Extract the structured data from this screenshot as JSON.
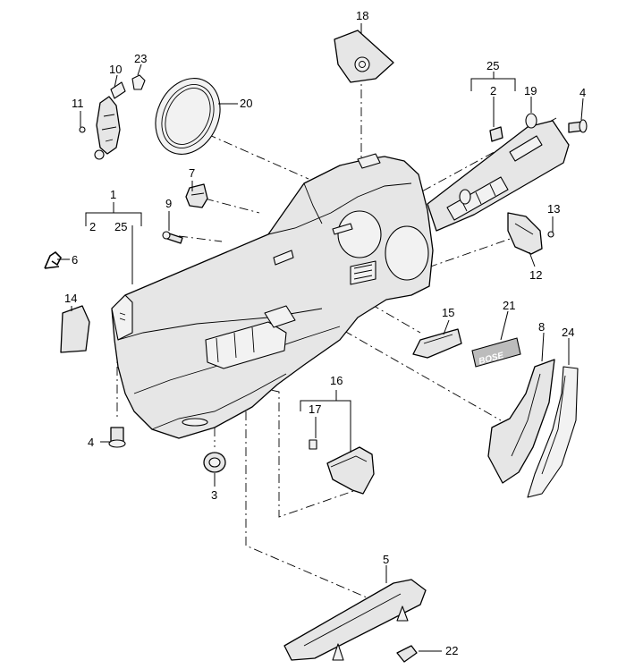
{
  "diagram": {
    "callouts": {
      "c1": "1",
      "c1_sub_a": "2",
      "c1_sub_b": "25",
      "c2": "2",
      "c3": "3",
      "c4_left": "4",
      "c4_right": "4",
      "c5": "5",
      "c6": "6",
      "c7": "7",
      "c8": "8",
      "c9": "9",
      "c10": "10",
      "c11": "11",
      "c12": "12",
      "c13": "13",
      "c14": "14",
      "c15": "15",
      "c16": "16",
      "c17": "17",
      "c18": "18",
      "c19": "19",
      "c20": "20",
      "c21": "21",
      "c22": "22",
      "c23": "23",
      "c24": "24",
      "c25": "25"
    },
    "badge_text": "BOSE"
  }
}
